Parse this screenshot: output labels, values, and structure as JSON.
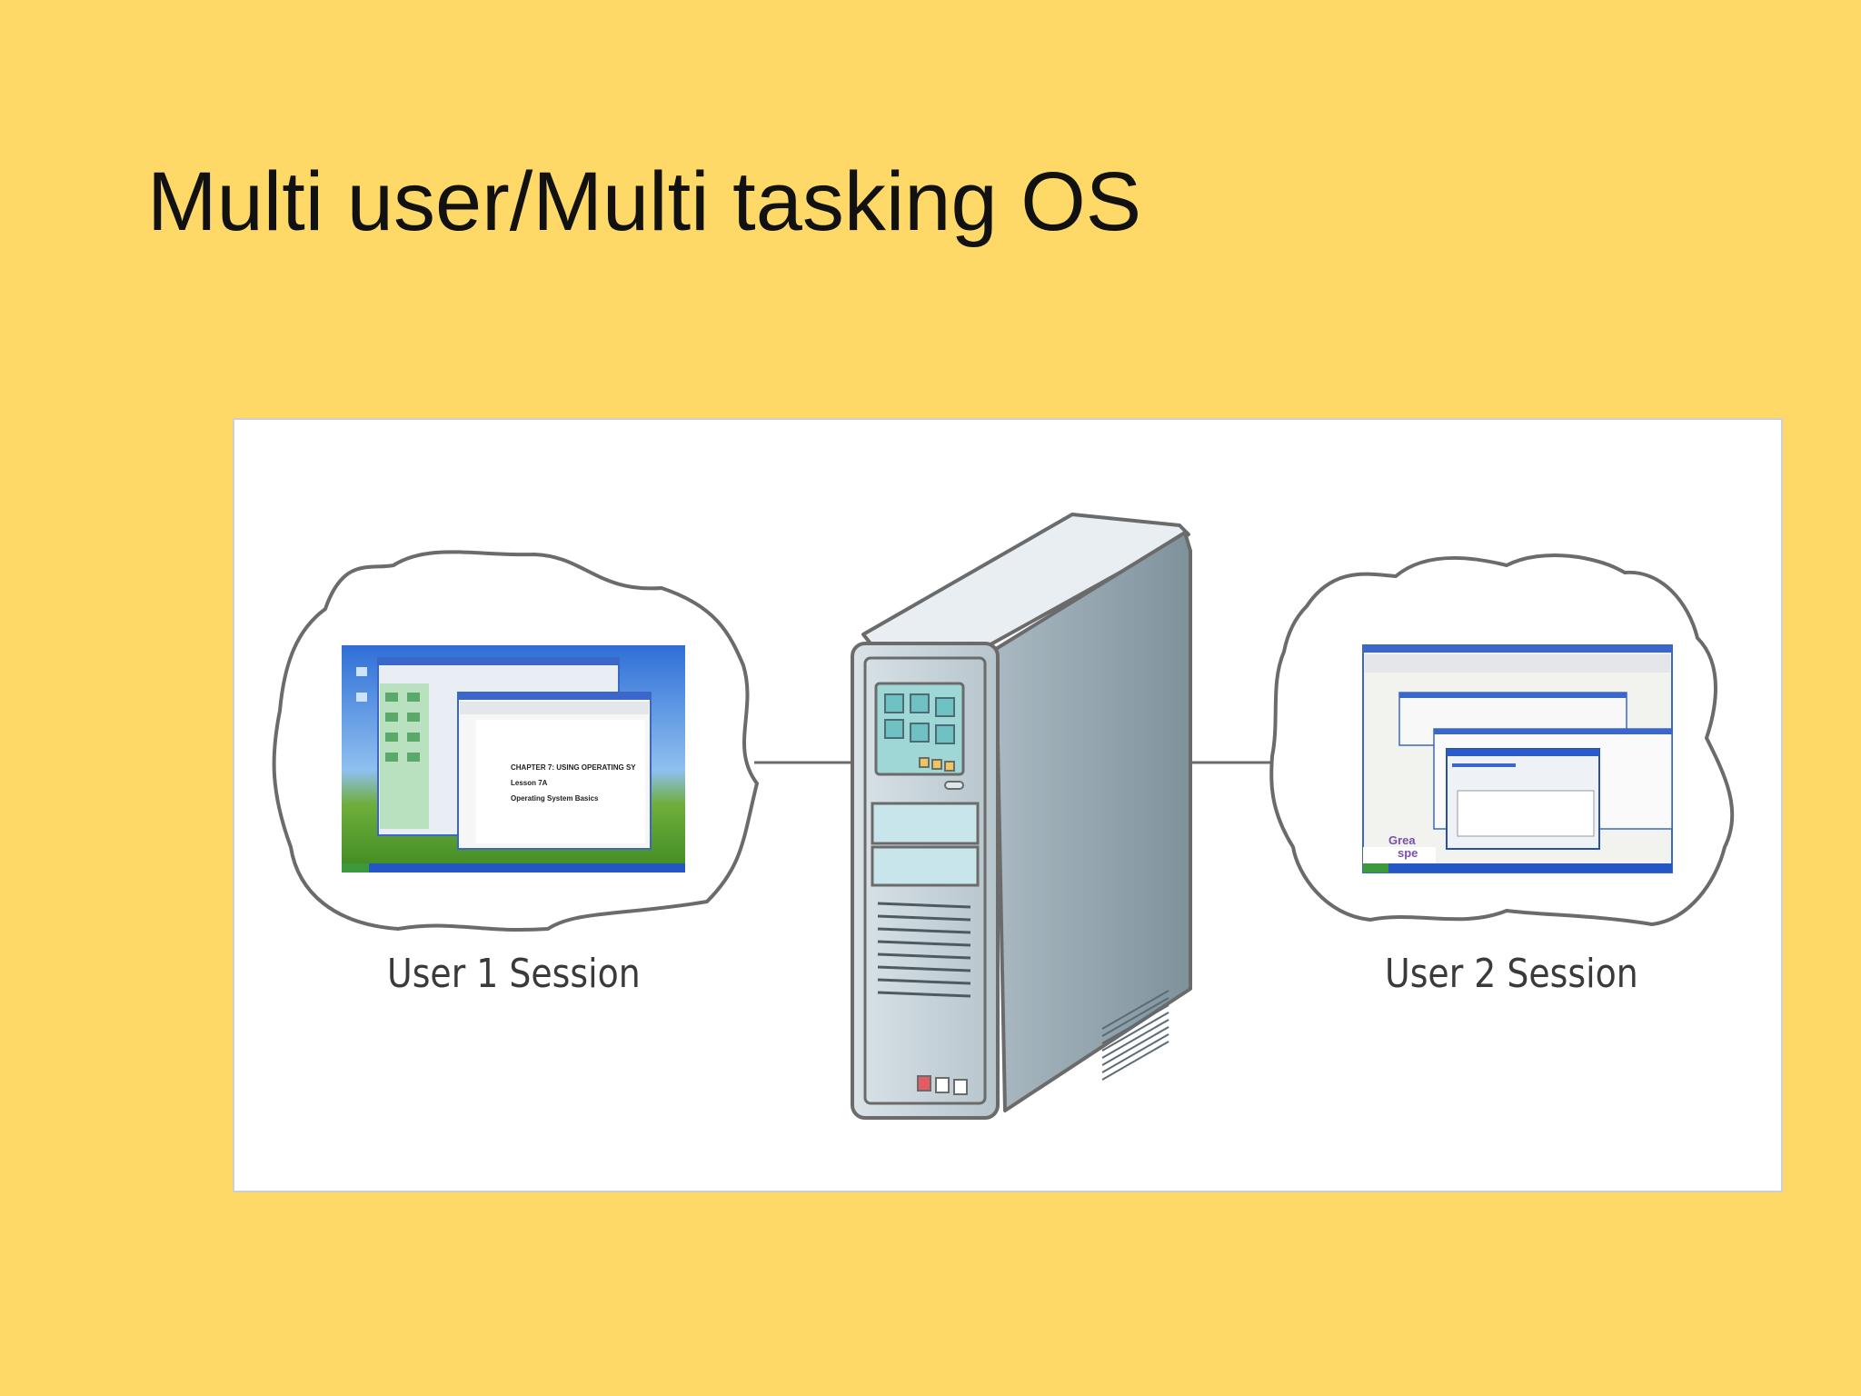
{
  "slide": {
    "title": "Multi user/Multi tasking OS"
  },
  "diagram": {
    "user1": {
      "label": "User 1 Session",
      "screen_lines": [
        "CHAPTER 7: USING OPERATING SY",
        "Lesson 7A",
        "Operating System Basics"
      ]
    },
    "user2": {
      "label": "User 2 Session",
      "screen_lines": [
        "Grea",
        "spe"
      ]
    }
  },
  "colors": {
    "background": "#FED968",
    "server_body": "#B8C6CE",
    "server_side": "#8FA1AB",
    "panel_teal": "#6FC2C4",
    "status_red": "#E35C64",
    "status_amber": "#F2C45A"
  }
}
